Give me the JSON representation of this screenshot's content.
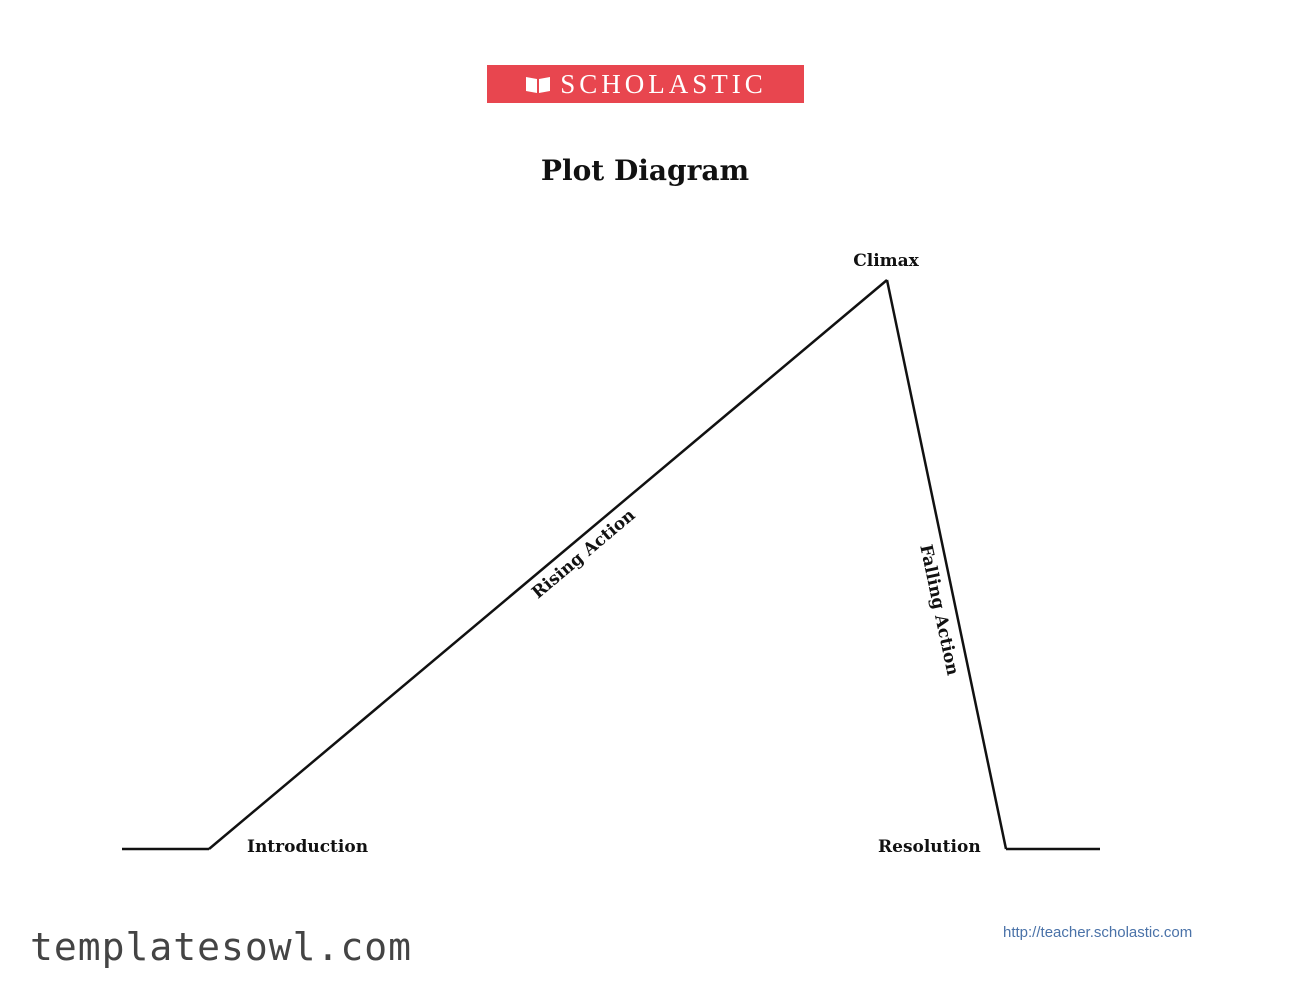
{
  "logo": {
    "text": "SCHOLASTIC",
    "background_color": "#e8464f",
    "icon": "open-book-icon"
  },
  "title": "Plot Diagram",
  "diagram": {
    "labels": {
      "climax": "Climax",
      "rising_action": "Rising Action",
      "falling_action": "Falling Action",
      "introduction": "Introduction",
      "resolution": "Resolution"
    },
    "line_color": "#111111"
  },
  "footer": {
    "url": "http://teacher.scholastic.com",
    "watermark": "templatesowl.com"
  }
}
